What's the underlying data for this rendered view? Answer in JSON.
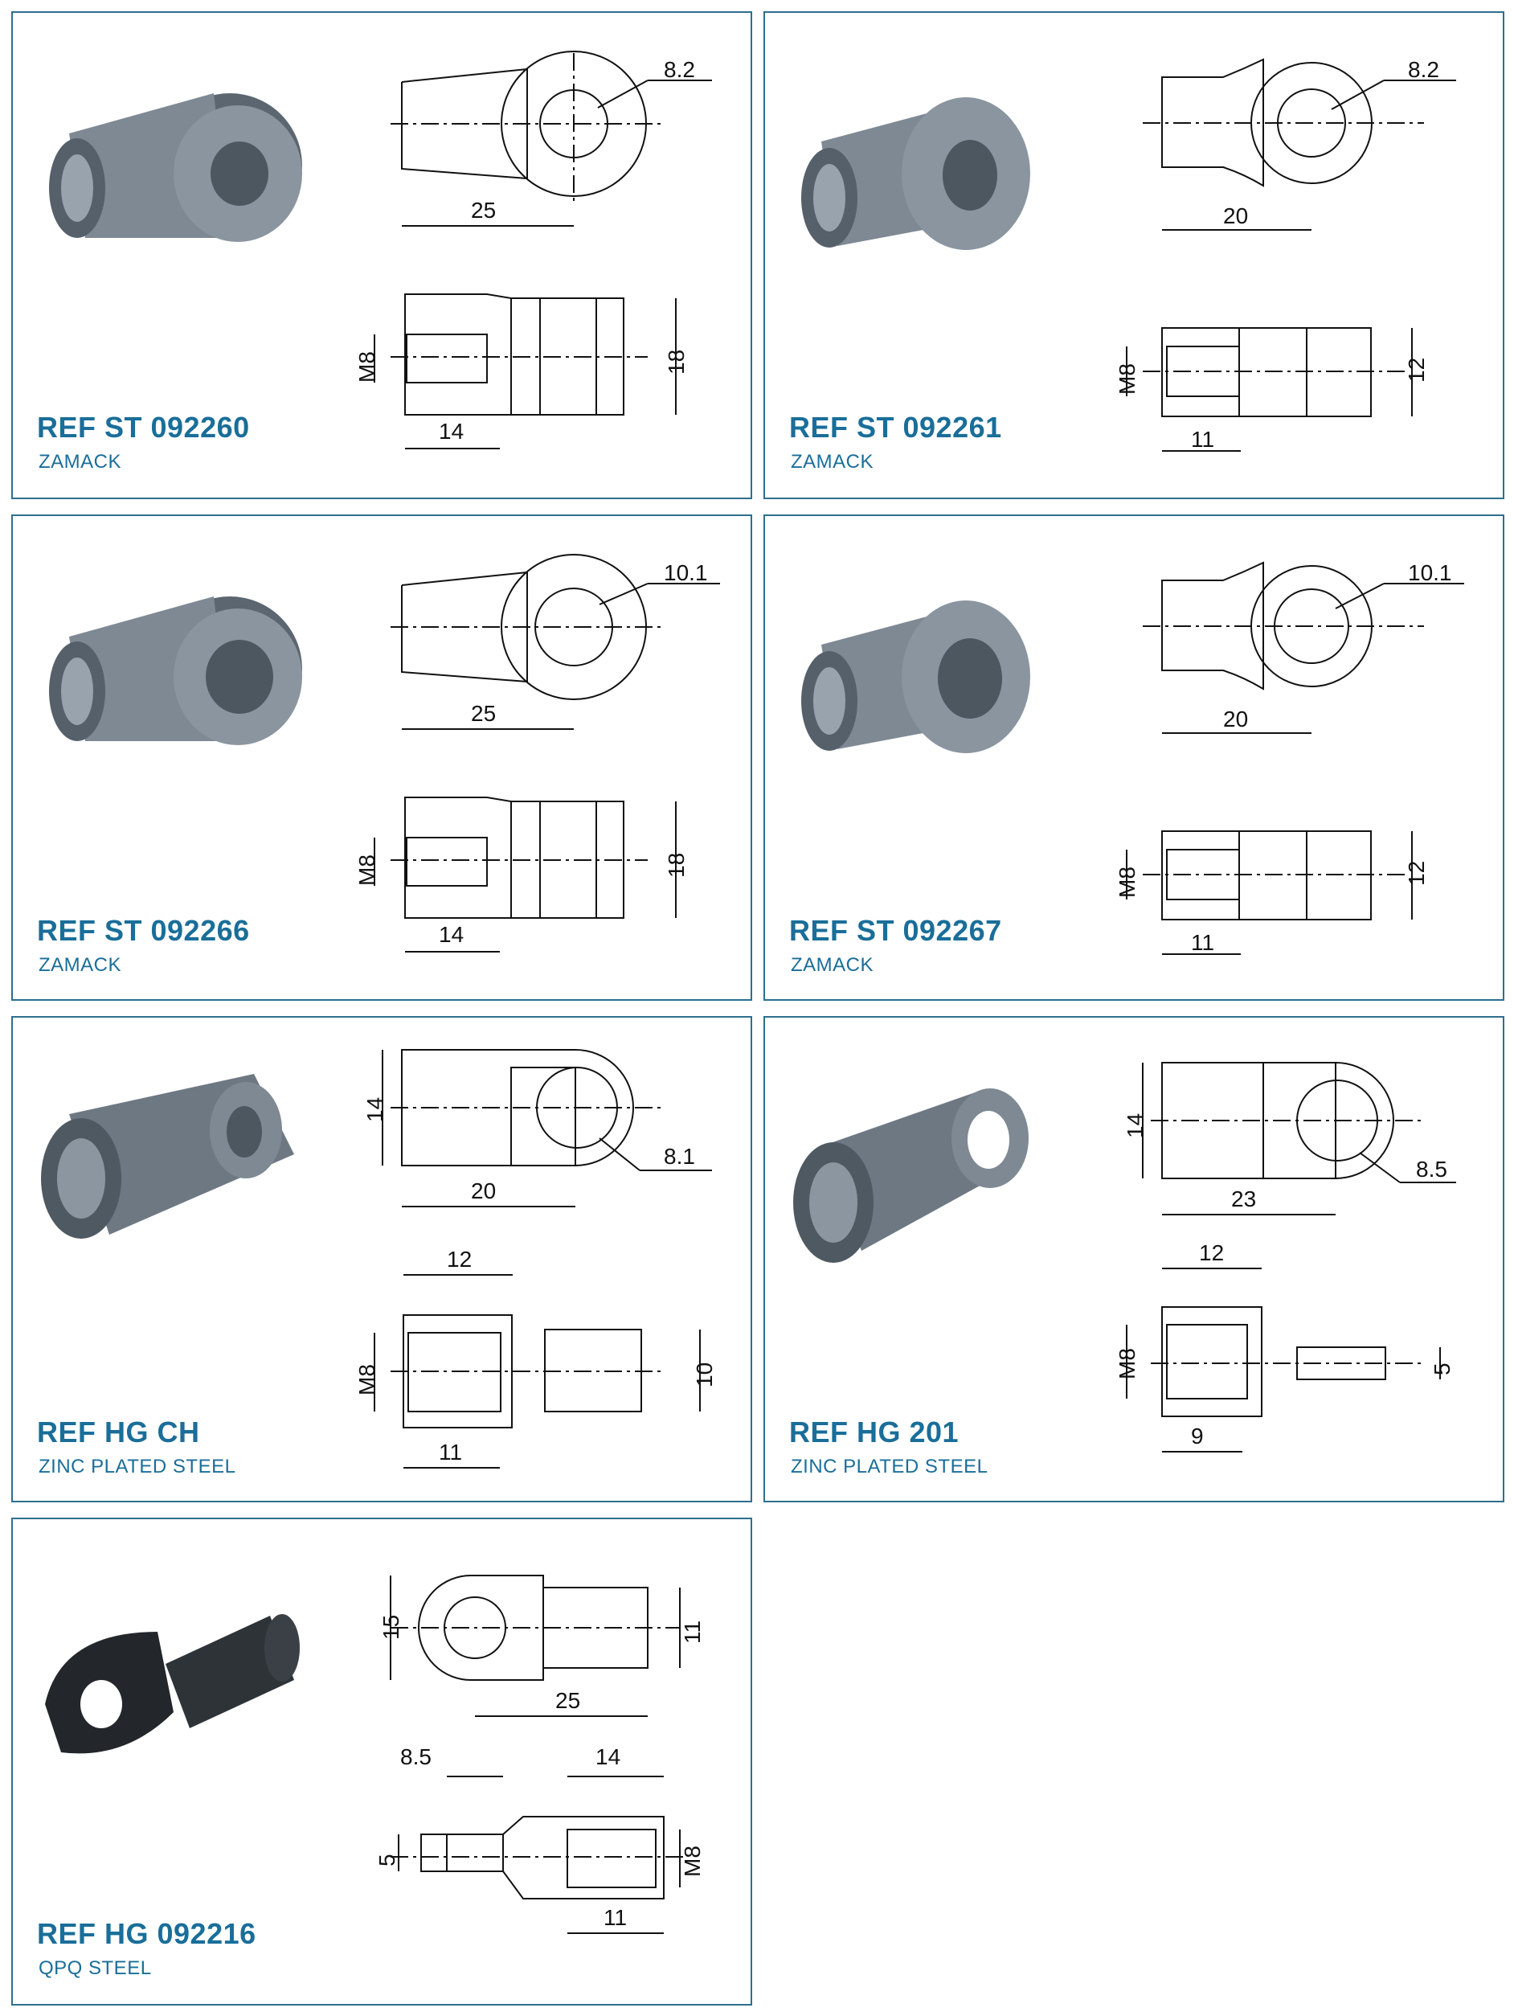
{
  "parts": [
    {
      "ref": "REF ST 092260",
      "material": "ZAMACK",
      "dims": {
        "hole": "8.2",
        "length": "25",
        "thread": "M8",
        "thread_depth": "14",
        "height": "18"
      }
    },
    {
      "ref": "REF ST 092261",
      "material": "ZAMACK",
      "dims": {
        "hole": "8.2",
        "length": "20",
        "thread": "M8",
        "thread_depth": "11",
        "height": "12"
      }
    },
    {
      "ref": "REF ST 092266",
      "material": "ZAMACK",
      "dims": {
        "hole": "10.1",
        "length": "25",
        "thread": "M8",
        "thread_depth": "14",
        "height": "18"
      }
    },
    {
      "ref": "REF ST 092267",
      "material": "ZAMACK",
      "dims": {
        "hole": "10.1",
        "length": "20",
        "thread": "M8",
        "thread_depth": "11",
        "height": "12"
      }
    },
    {
      "ref": "REF HG CH",
      "material": "ZINC PLATED STEEL",
      "dims": {
        "dia": "14",
        "hole": "8.1",
        "length": "20",
        "body": "12",
        "thread": "M8",
        "thread_depth": "11",
        "height": "10"
      }
    },
    {
      "ref": "REF HG 201",
      "material": "ZINC PLATED STEEL",
      "dims": {
        "dia": "14",
        "hole": "8.5",
        "length": "23",
        "body": "12",
        "thread": "M8",
        "thread_depth": "9",
        "height": "5"
      }
    },
    {
      "ref": "REF HG 092216",
      "material": "QPQ STEEL",
      "dims": {
        "width": "15",
        "dia": "11",
        "length": "25",
        "hole": "8.5",
        "body": "14",
        "height": "5",
        "thread": "M8",
        "thread_depth": "11"
      }
    }
  ],
  "colors": {
    "border": "#2e6f8e",
    "title": "#1a6e99",
    "metal": "#6f7a84",
    "dark_metal": "#3a3f44"
  }
}
